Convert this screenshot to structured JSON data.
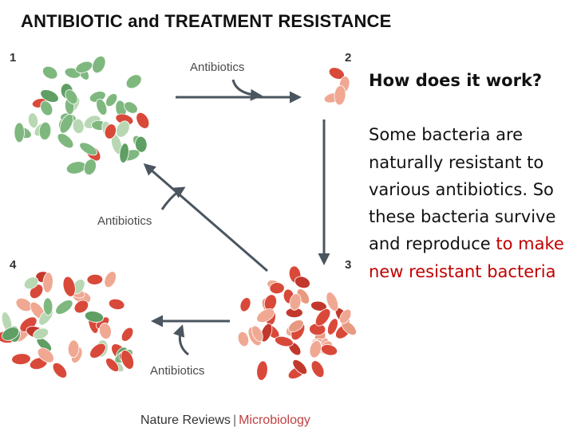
{
  "title": "ANTIBIOTIC and TREATMENT RESISTANCE",
  "stage_numbers": [
    "1",
    "2",
    "3",
    "4"
  ],
  "arrow_labels": {
    "top": "Antibiotics",
    "left": "Antibiotics",
    "bottom": "Antibiotics"
  },
  "explanation": {
    "heading": "How does it work?",
    "body": "Some bacteria are naturally resistant to various antibiotics. So these bacteria survive and reproduce",
    "highlight": "to make new resistant bacteria"
  },
  "credit": {
    "publisher": "Nature Reviews",
    "separator": "|",
    "journal": "Microbiology"
  },
  "colors": {
    "susceptible_bacteria": "#7fb87f",
    "resistant_bacteria": "#d9493a",
    "resistant_light": "#f0a892",
    "arrow": "#4a5560",
    "highlight_text": "#c00000"
  }
}
